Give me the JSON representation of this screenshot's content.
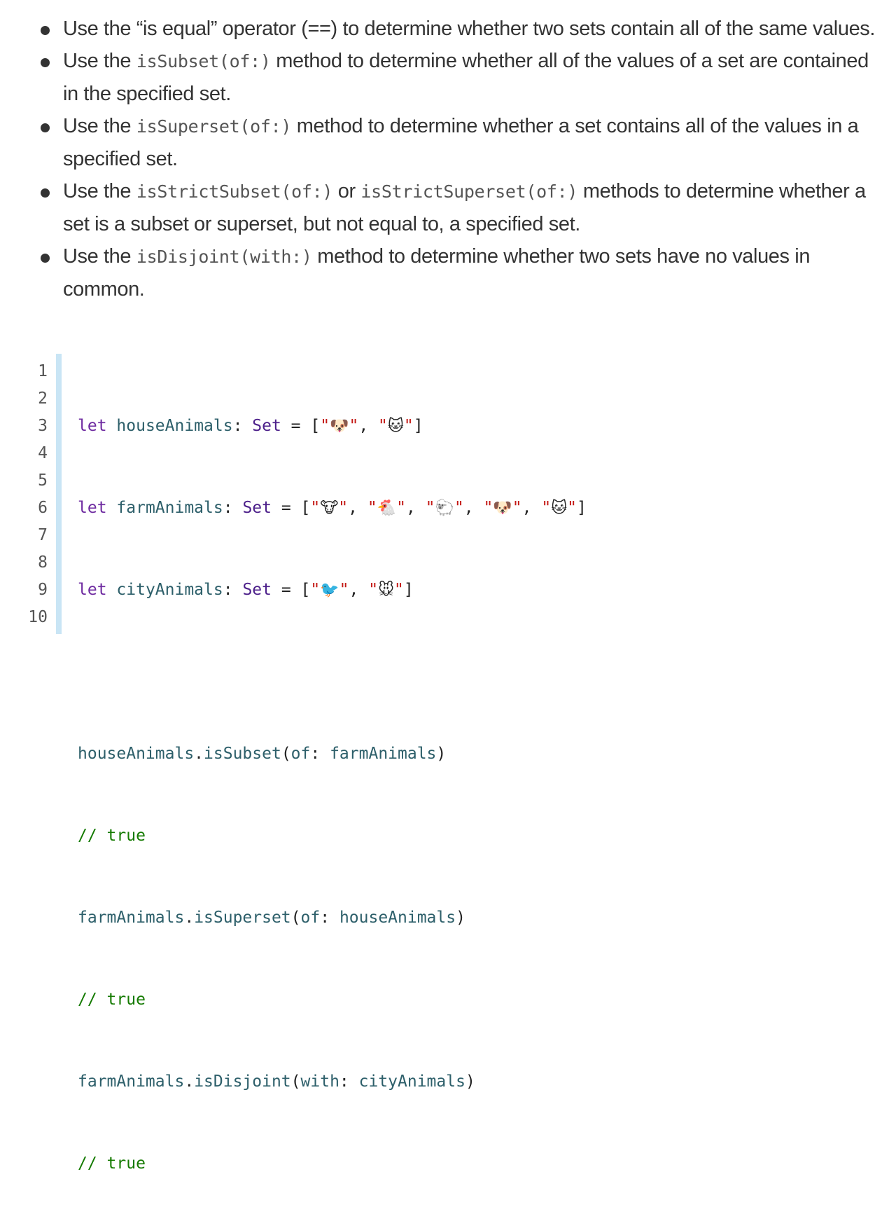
{
  "bullets": [
    {
      "parts": [
        "Use the “is equal” operator (==) to determine whether two sets contain all of the same values."
      ]
    },
    {
      "pre": "Use the ",
      "code": "isSubset(of:)",
      "post": " method to determine whether all of the values of a set are contained in the specified set."
    },
    {
      "pre": "Use the ",
      "code": "isSuperset(of:)",
      "post": " method to determine whether a set contains all of the values in a specified set."
    },
    {
      "pre": "Use the ",
      "code": "isStrictSubset(of:)",
      "mid": " or ",
      "code2": "isStrictSuperset(of:)",
      "post": " methods to determine whether a set is a subset or superset, but not equal to, a specified set."
    },
    {
      "pre": "Use the ",
      "code": "isDisjoint(with:)",
      "post": " method to determine whether two sets have no values in common."
    }
  ],
  "code": {
    "line_numbers": [
      "1",
      "2",
      "3",
      "4",
      "5",
      "6",
      "7",
      "8",
      "9",
      "10"
    ],
    "kw_let": "let",
    "type_set": "Set",
    "line1": {
      "name": "houseAnimals",
      "items": [
        "🐶",
        "🐱"
      ]
    },
    "line2": {
      "name": "farmAnimals",
      "items": [
        "🐮",
        "🐔",
        "🐑",
        "🐶",
        "🐱"
      ]
    },
    "line3": {
      "name": "cityAnimals",
      "items": [
        "🐦",
        "🐭"
      ]
    },
    "line5": {
      "recv": "houseAnimals",
      "method": "isSubset",
      "label": "of",
      "arg": "farmAnimals"
    },
    "line6": "// true",
    "line7": {
      "recv": "farmAnimals",
      "method": "isSuperset",
      "label": "of",
      "arg": "houseAnimals"
    },
    "line8": "// true",
    "line9": {
      "recv": "farmAnimals",
      "method": "isDisjoint",
      "label": "with",
      "arg": "cityAnimals"
    },
    "line10": "// true"
  }
}
